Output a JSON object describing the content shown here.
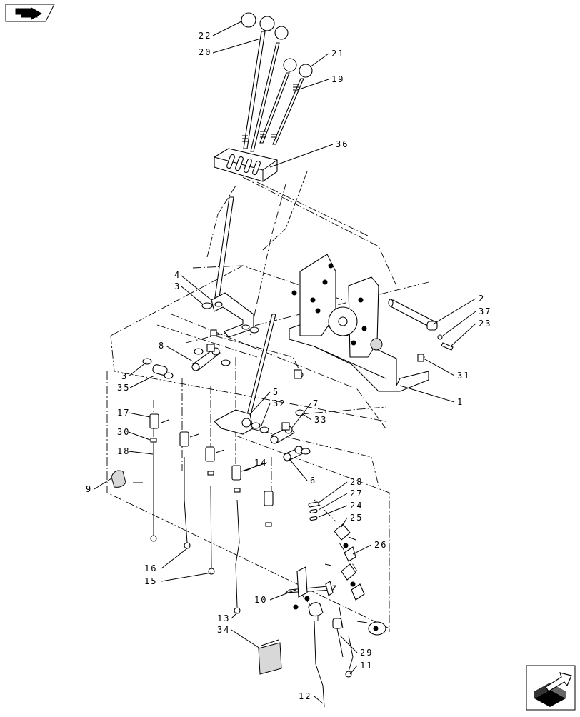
{
  "diagram": {
    "callouts": [
      {
        "id": "22",
        "label": "22"
      },
      {
        "id": "20",
        "label": "20"
      },
      {
        "id": "21",
        "label": "21"
      },
      {
        "id": "19",
        "label": "19"
      },
      {
        "id": "36",
        "label": "36"
      },
      {
        "id": "4",
        "label": "4"
      },
      {
        "id": "3a",
        "label": "3"
      },
      {
        "id": "2",
        "label": "2"
      },
      {
        "id": "37",
        "label": "37"
      },
      {
        "id": "23",
        "label": "23"
      },
      {
        "id": "8",
        "label": "8"
      },
      {
        "id": "31",
        "label": "31"
      },
      {
        "id": "3b",
        "label": "3"
      },
      {
        "id": "35",
        "label": "35"
      },
      {
        "id": "5",
        "label": "5"
      },
      {
        "id": "1",
        "label": "1"
      },
      {
        "id": "32",
        "label": "32"
      },
      {
        "id": "7",
        "label": "7"
      },
      {
        "id": "17",
        "label": "17"
      },
      {
        "id": "33",
        "label": "33"
      },
      {
        "id": "30",
        "label": "30"
      },
      {
        "id": "18",
        "label": "18"
      },
      {
        "id": "14",
        "label": "14"
      },
      {
        "id": "6",
        "label": "6"
      },
      {
        "id": "9",
        "label": "9"
      },
      {
        "id": "28",
        "label": "28"
      },
      {
        "id": "27",
        "label": "27"
      },
      {
        "id": "24",
        "label": "24"
      },
      {
        "id": "25",
        "label": "25"
      },
      {
        "id": "26",
        "label": "26"
      },
      {
        "id": "16",
        "label": "16"
      },
      {
        "id": "15",
        "label": "15"
      },
      {
        "id": "10",
        "label": "10"
      },
      {
        "id": "13",
        "label": "13"
      },
      {
        "id": "34",
        "label": "34"
      },
      {
        "id": "29",
        "label": "29"
      },
      {
        "id": "11",
        "label": "11"
      },
      {
        "id": "12",
        "label": "12"
      }
    ]
  },
  "icons": {
    "top_left": "book-arrow-icon",
    "bottom_right": "box-arrow-icon"
  }
}
